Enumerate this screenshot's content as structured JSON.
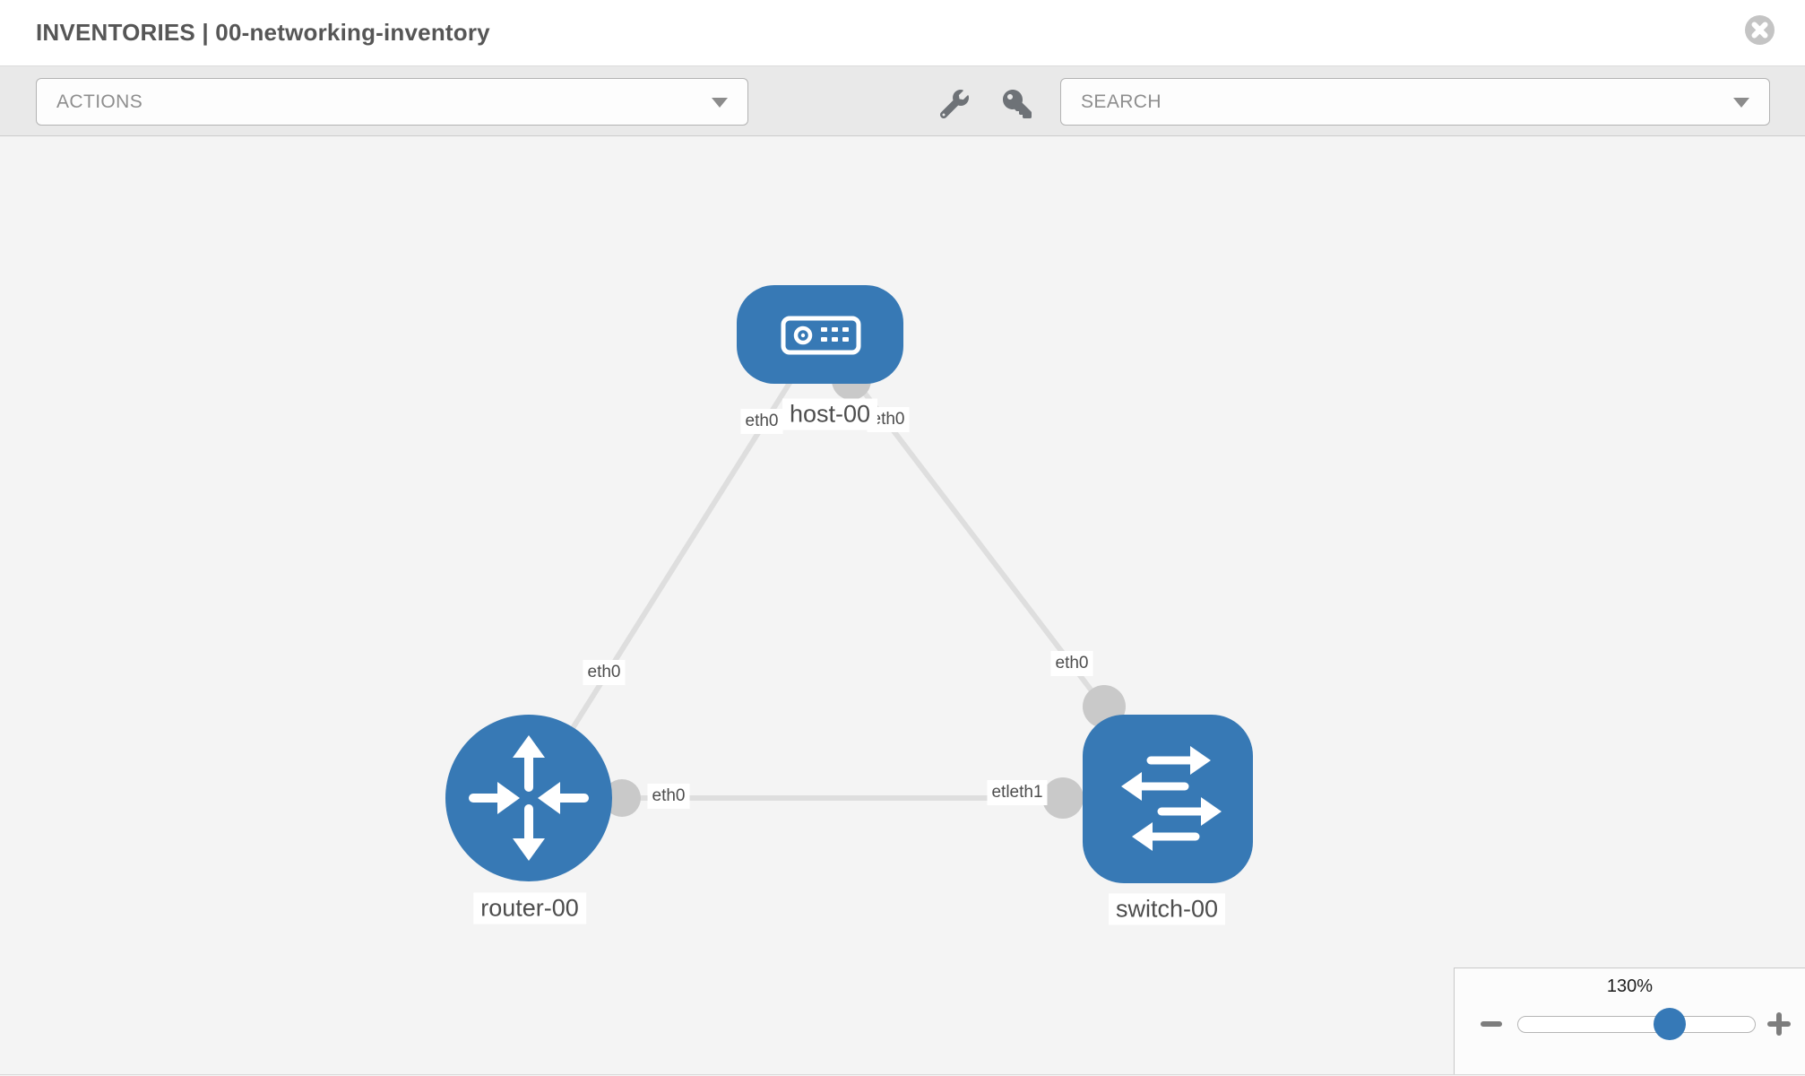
{
  "header": {
    "title": "INVENTORIES | 00-networking-inventory"
  },
  "toolbar": {
    "actions_label": "ACTIONS",
    "search_placeholder": "SEARCH"
  },
  "topology": {
    "nodes": [
      {
        "label": "host-00",
        "type": "host",
        "shape": "rounded-rect"
      },
      {
        "label": "router-00",
        "type": "router",
        "shape": "circle"
      },
      {
        "label": "switch-00",
        "type": "switch",
        "shape": "rounded-square"
      }
    ],
    "links": [
      {
        "from": "host-00",
        "to": "router-00",
        "from_interface": "eth0",
        "to_interface": "eth0"
      },
      {
        "from": "host-00",
        "to": "switch-00",
        "from_interface": "eth0",
        "to_interface": "eth0"
      },
      {
        "from": "router-00",
        "to": "switch-00",
        "from_interface": "eth0",
        "to_interface": "eth1"
      }
    ],
    "interface_labels": [
      {
        "text": "eth0"
      },
      {
        "text": "eth0"
      },
      {
        "text": "eth0"
      },
      {
        "text": "eth0"
      },
      {
        "text": "eth0"
      },
      {
        "text": "etleth1"
      }
    ],
    "colors": {
      "node_blue": "#3779b5",
      "link_gray": "#dedede",
      "interface_gray": "#c9c9c9"
    }
  },
  "zoom_control": {
    "level": "130%"
  }
}
